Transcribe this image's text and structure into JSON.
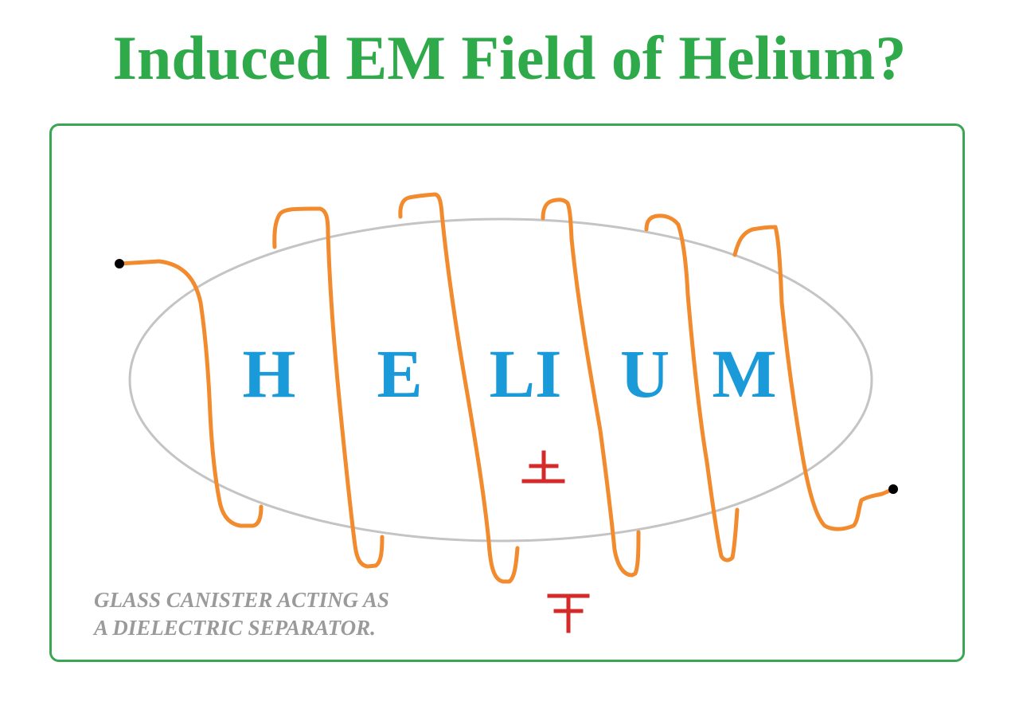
{
  "title": "Induced EM Field of Helium?",
  "helium_letters": [
    "H",
    "E",
    "LI",
    "U",
    "M"
  ],
  "caption": {
    "line1": "GLASS CANISTER ACTING AS",
    "line2": "A DIELECTRIC SEPARATOR."
  },
  "symbols": {
    "upper": "plus-minus",
    "lower": "minus-plus"
  },
  "colors": {
    "title": "#2eaa4a",
    "frame": "#3aa552",
    "coil": "#f28a2e",
    "canister": "#c4c4c4",
    "helium_text": "#1a9ad8",
    "charge_symbols": "#d42a2a",
    "caption": "#9a9a9a",
    "terminals": "#000000"
  }
}
